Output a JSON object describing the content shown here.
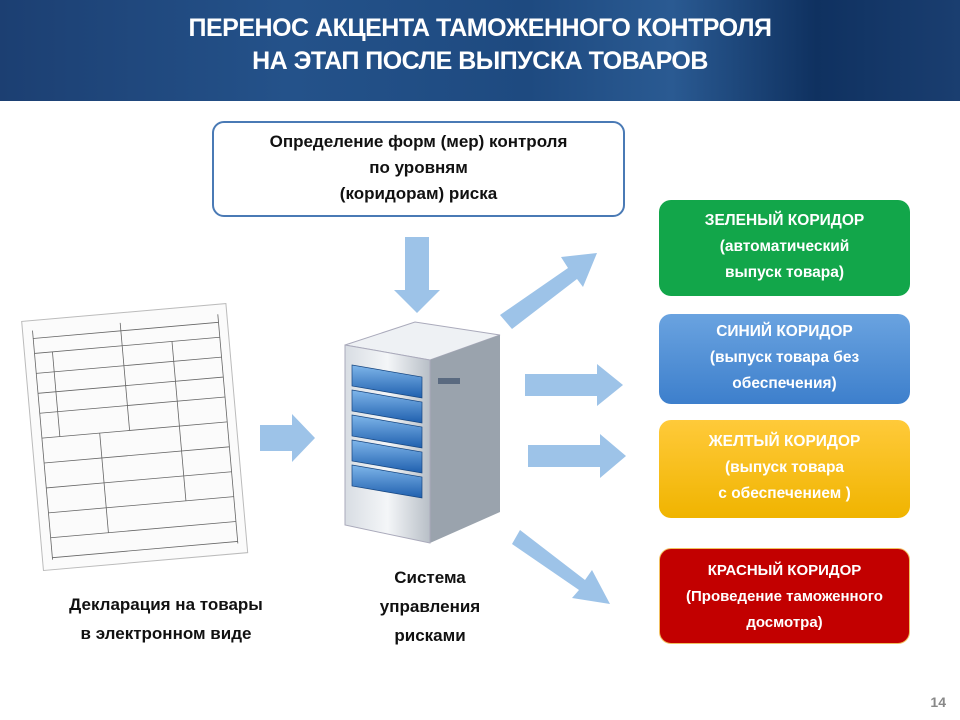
{
  "header": {
    "title_line1": "ПЕРЕНОС АКЦЕНТА ТАМОЖЕННОГО КОНТРОЛЯ",
    "title_line2": "НА ЭТАП ПОСЛЕ ВЫПУСКА ТОВАРОВ"
  },
  "top_box": {
    "line1": "Определение форм (мер) контроля",
    "line2": "по уровням",
    "line3": "(коридорам) риска"
  },
  "corridors": [
    {
      "line1": "ЗЕЛЕНЫЙ КОРИДОР",
      "line2": "(автоматический",
      "line3": "выпуск товара)",
      "color": "#12a64a"
    },
    {
      "line1": "СИНИЙ КОРИДОР",
      "line2": "(выпуск товара без",
      "line3": "обеспечения)",
      "color": "#4a88d2"
    },
    {
      "line1": "ЖЕЛТЫЙ КОРИДОР",
      "line2": "(выпуск товара",
      "line3": "с обеспечением )",
      "color": "#f5bd10"
    },
    {
      "line1": "КРАСНЫЙ КОРИДОР",
      "line2": "(Проведение таможенного",
      "line3": "досмотра)",
      "color": "#c20000"
    }
  ],
  "declaration_caption": {
    "line1": "Декларация на товары",
    "line2": "в электронном виде"
  },
  "system_caption": {
    "line1": "Система",
    "line2": "управления",
    "line3": "рисками"
  },
  "page_number": "14"
}
